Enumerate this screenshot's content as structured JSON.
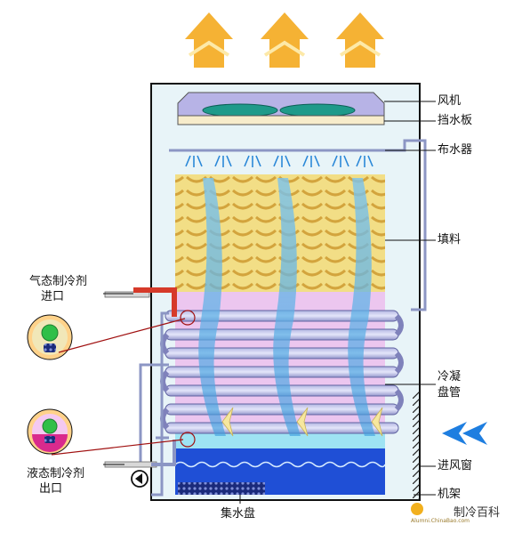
{
  "labels": {
    "fan": "风机",
    "drift_eliminator": "挡水板",
    "water_distributor": "布水器",
    "fill": "填料",
    "gas_inlet_line1": "气态制冷剂",
    "gas_inlet_line2": "进口",
    "condensing_coil_line1": "冷凝",
    "condensing_coil_line2": "盘管",
    "air_inlet_louver": "进风窗",
    "frame": "机架",
    "liquid_outlet_line1": "液态制冷剂",
    "liquid_outlet_line2": "出口",
    "water_basin": "集水盘"
  },
  "watermark": {
    "site": "制冷百科",
    "logo_text": "Alumni.ChinaBao.com"
  },
  "colors": {
    "air_arrow": "#f5b234",
    "air_arrow_stripe": "#fde9a8",
    "housing_fill": "#e8f4f8",
    "fan_hood": "#b7b3e6",
    "fan_blade": "#1f9a8a",
    "drift_eliminator": "#f7eccb",
    "fill_media": "#f2de86",
    "fill_wave": "#d8a93c",
    "coil_zone": "#ecc6ef",
    "coil_tube": "#8e8fc4",
    "water_pan": "#1f4fd6",
    "pipe": "#8c96c4",
    "gas_pipe": "#d63a2a",
    "inlet_arrow": "#1e7ee0",
    "water_stream": "#5fb2e6"
  }
}
